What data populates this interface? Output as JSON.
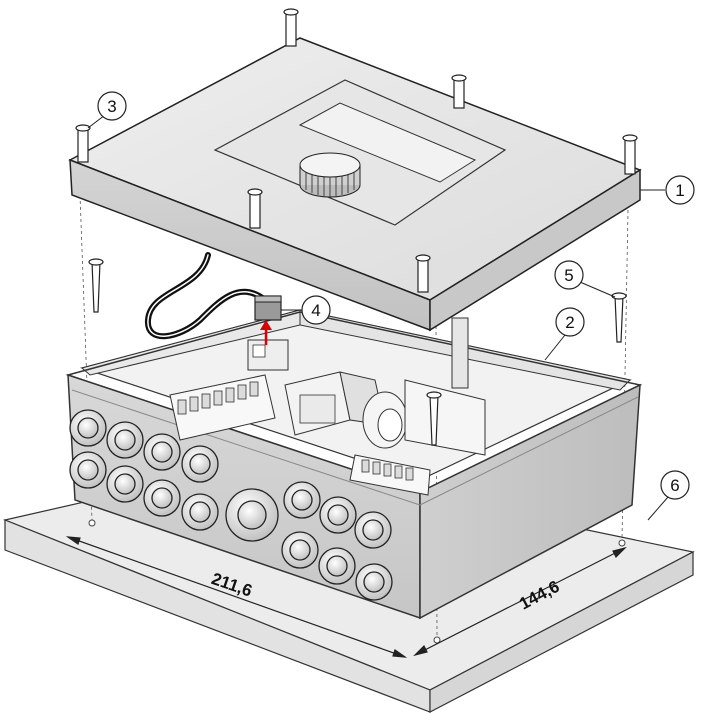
{
  "callouts": [
    "1",
    "2",
    "3",
    "4",
    "5",
    "6"
  ],
  "dimensions": {
    "length": "211,6",
    "width": "144,6"
  }
}
